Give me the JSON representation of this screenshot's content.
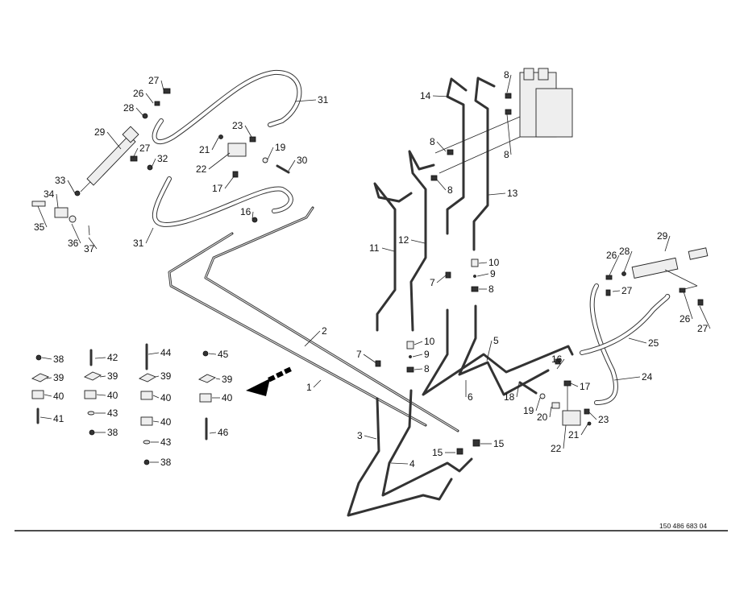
{
  "document_number": "150 486 683 04",
  "callouts": [
    {
      "n": "1"
    },
    {
      "n": "2"
    },
    {
      "n": "3"
    },
    {
      "n": "4"
    },
    {
      "n": "5"
    },
    {
      "n": "6"
    },
    {
      "n": "7"
    },
    {
      "n": "8"
    },
    {
      "n": "9"
    },
    {
      "n": "10"
    },
    {
      "n": "11"
    },
    {
      "n": "12"
    },
    {
      "n": "13"
    },
    {
      "n": "14"
    },
    {
      "n": "15"
    },
    {
      "n": "16"
    },
    {
      "n": "17"
    },
    {
      "n": "18"
    },
    {
      "n": "19"
    },
    {
      "n": "20"
    },
    {
      "n": "21"
    },
    {
      "n": "22"
    },
    {
      "n": "23"
    },
    {
      "n": "24"
    },
    {
      "n": "25"
    },
    {
      "n": "26"
    },
    {
      "n": "27"
    },
    {
      "n": "28"
    },
    {
      "n": "29"
    },
    {
      "n": "30"
    },
    {
      "n": "31"
    },
    {
      "n": "32"
    },
    {
      "n": "33"
    },
    {
      "n": "34"
    },
    {
      "n": "35"
    },
    {
      "n": "36"
    },
    {
      "n": "37"
    },
    {
      "n": "38"
    },
    {
      "n": "39"
    },
    {
      "n": "40"
    },
    {
      "n": "41"
    },
    {
      "n": "42"
    },
    {
      "n": "43"
    },
    {
      "n": "44"
    },
    {
      "n": "45"
    },
    {
      "n": "46"
    }
  ]
}
